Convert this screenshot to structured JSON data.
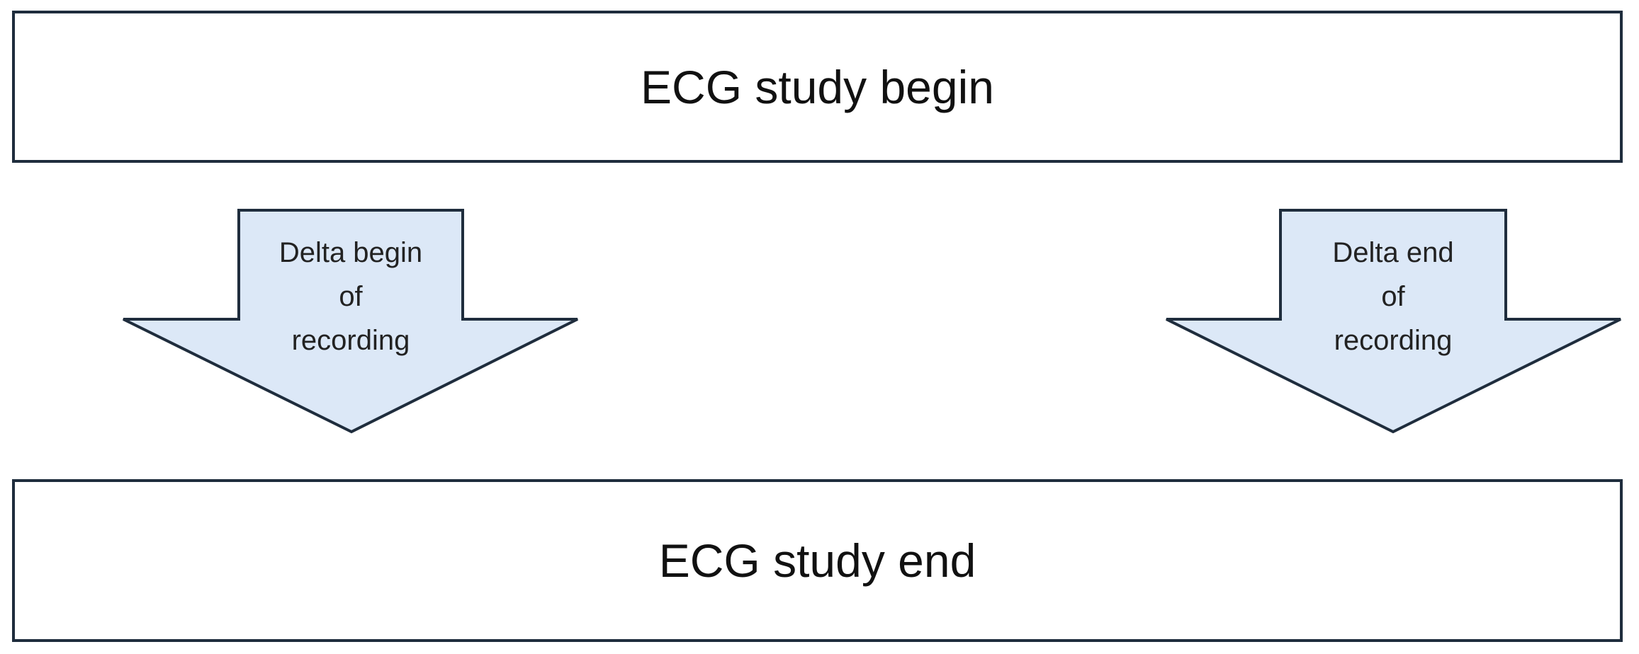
{
  "colors": {
    "box_border": "#1f2d3d",
    "box_fill": "#ffffff",
    "arrow_fill": "#dce8f7",
    "arrow_border": "#1f2d3d",
    "text": "#111111"
  },
  "diagram": {
    "top_box": {
      "label": "ECG study begin"
    },
    "bottom_box": {
      "label": "ECG study end"
    },
    "arrows": [
      {
        "lines": [
          "Delta begin",
          "of",
          "recording"
        ]
      },
      {
        "lines": [
          "Delta end",
          "of",
          "recording"
        ]
      }
    ]
  }
}
